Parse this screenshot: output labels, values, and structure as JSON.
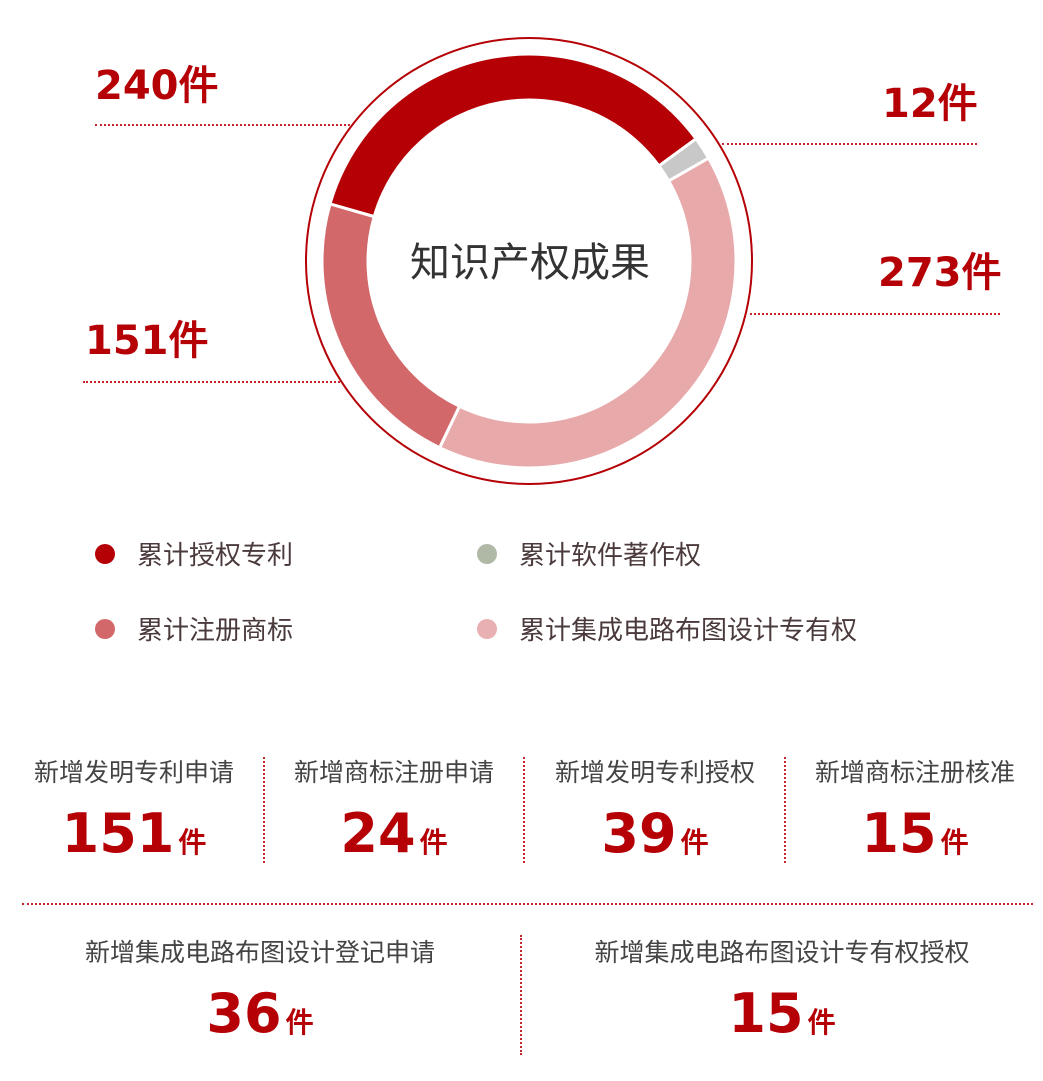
{
  "chart_data": {
    "type": "pie",
    "title": "知识产权成果",
    "unit": "件",
    "categories": [
      "累计授权专利",
      "累计软件著作权",
      "累计集成电路布图设计专有权",
      "累计注册商标"
    ],
    "values": [
      240,
      12,
      273,
      151
    ],
    "colors": [
      "#b50006",
      "#c8c8c8",
      "#e8a9ab",
      "#d3686b"
    ],
    "value_labels": [
      "240件",
      "12件",
      "273件",
      "151件"
    ],
    "legend": [
      {
        "label": "累计授权专利",
        "color": "#b50006"
      },
      {
        "label": "累计软件著作权",
        "color": "#b0b8a6"
      },
      {
        "label": "累计注册商标",
        "color": "#d3686b"
      },
      {
        "label": "累计集成电路布图设计专有权",
        "color": "#e8b0b2"
      }
    ]
  },
  "stats_row1": [
    {
      "label": "新增发明专利申请",
      "value": "151",
      "unit": "件"
    },
    {
      "label": "新增商标注册申请",
      "value": "24",
      "unit": "件"
    },
    {
      "label": "新增发明专利授权",
      "value": "39",
      "unit": "件"
    },
    {
      "label": "新增商标注册核准",
      "value": "15",
      "unit": "件"
    }
  ],
  "stats_row2": [
    {
      "label": "新增集成电路布图设计登记申请",
      "value": "36",
      "unit": "件"
    },
    {
      "label": "新增集成电路布图设计专有权授权",
      "value": "15",
      "unit": "件"
    }
  ]
}
